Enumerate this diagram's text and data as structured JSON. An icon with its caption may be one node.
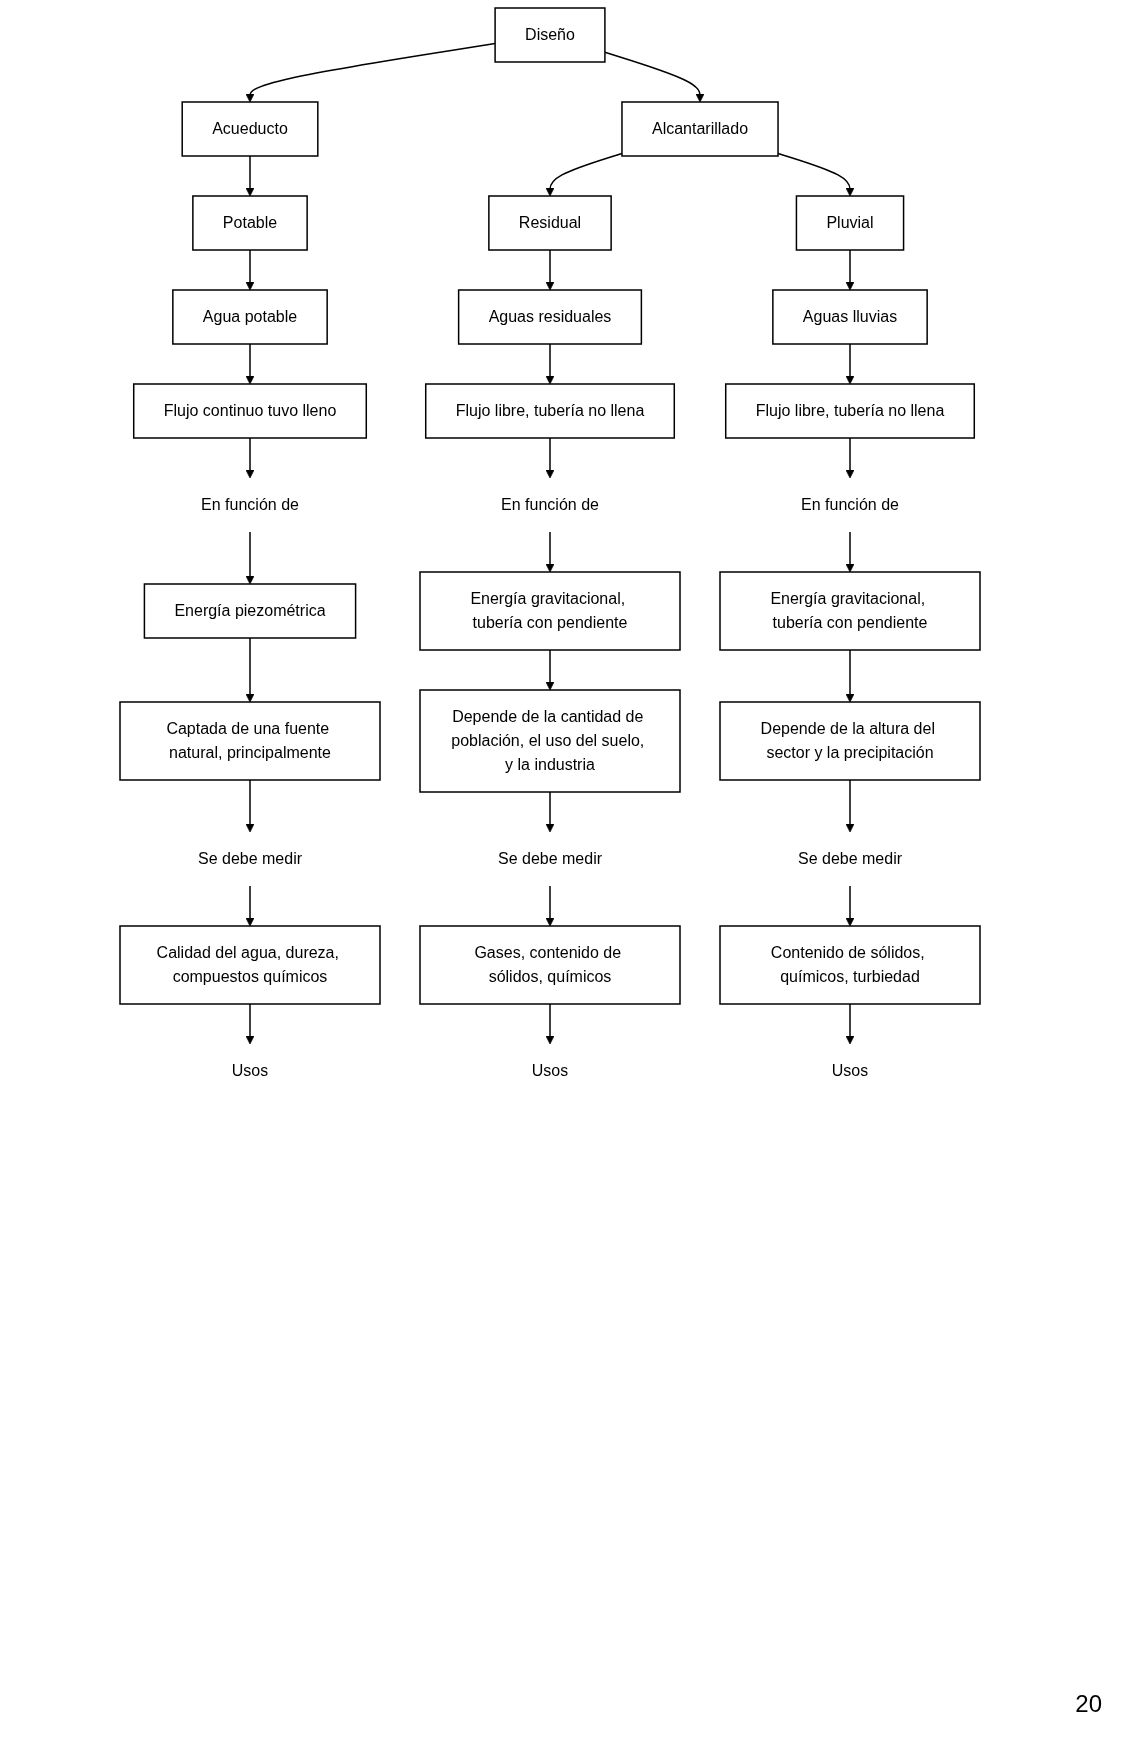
{
  "diagram": {
    "nodes": [
      {
        "text": [
          "Diseño"
        ]
      },
      {
        "text": [
          "Acueducto"
        ]
      },
      {
        "text": [
          "Alcantarillado"
        ]
      },
      {
        "text": [
          "Potable"
        ]
      },
      {
        "text": [
          "Residual"
        ]
      },
      {
        "text": [
          "Pluvial"
        ]
      },
      {
        "text": [
          "Agua potable"
        ]
      },
      {
        "text": [
          "Aguas residuales"
        ]
      },
      {
        "text": [
          "Aguas lluvias"
        ]
      },
      {
        "text": [
          "Flujo continuo tuvo lleno"
        ]
      },
      {
        "text": [
          "Flujo libre, tubería no llena"
        ]
      },
      {
        "text": [
          "Flujo libre, tubería no llena"
        ]
      },
      {
        "text": [
          "En función de"
        ]
      },
      {
        "text": [
          "En función de"
        ]
      },
      {
        "text": [
          "En función de"
        ]
      },
      {
        "text": [
          "Energía piezométrica"
        ]
      },
      {
        "text": [
          "Energía gravitacional, tubería con pendiente"
        ]
      },
      {
        "text": [
          "Energía gravitacional, tubería con pendiente"
        ]
      },
      {
        "text": [
          "Captada de una fuente natural, principalmente"
        ]
      },
      {
        "text": [
          "Depende de la cantidad de población, el uso del suelo, y la industria"
        ]
      },
      {
        "text": [
          "Depende de la altura del sector y la precipitación"
        ]
      },
      {
        "text": [
          "Se debe medir"
        ]
      },
      {
        "text": [
          "Se debe medir"
        ]
      },
      {
        "text": [
          "Se debe medir"
        ]
      },
      {
        "text": [
          "Calidad del agua, dureza, compuestos químicos"
        ]
      },
      {
        "text": [
          "Gases, contenido de sólidos, químicos"
        ]
      },
      {
        "text": [
          "Contenido de sólidos, químicos, turbiedad"
        ]
      },
      {
        "text": [
          "Usos"
        ]
      },
      {
        "text": [
          "Usos"
        ]
      },
      {
        "text": [
          "Usos"
        ]
      }
    ],
    "edges": [
      {
        "from": 0,
        "to": 1,
        "arrow": "to"
      },
      {
        "from": 0,
        "to": 2,
        "arrow": "to"
      },
      {
        "from": 1,
        "to": 3,
        "arrow": "to"
      },
      {
        "from": 2,
        "to": 4,
        "arrow": "to"
      },
      {
        "from": 2,
        "to": 5,
        "arrow": "to"
      },
      {
        "from": 3,
        "to": 6,
        "arrow": "to"
      },
      {
        "from": 4,
        "to": 7,
        "arrow": "to"
      },
      {
        "from": 5,
        "to": 8,
        "arrow": "to"
      },
      {
        "from": 6,
        "to": 9,
        "arrow": "to"
      },
      {
        "from": 7,
        "to": 10,
        "arrow": "to"
      },
      {
        "from": 8,
        "to": 11,
        "arrow": "to"
      },
      {
        "from": 9,
        "to": 12,
        "arrow": "to"
      },
      {
        "from": 10,
        "to": 13,
        "arrow": "to"
      },
      {
        "from": 11,
        "to": 14,
        "arrow": "to"
      },
      {
        "from": 12,
        "to": 15,
        "arrow": "to"
      },
      {
        "from": 13,
        "to": 16,
        "arrow": "to"
      },
      {
        "from": 14,
        "to": 17,
        "arrow": "to"
      },
      {
        "from": 15,
        "to": 18,
        "arrow": "to"
      },
      {
        "from": 16,
        "to": 19,
        "arrow": "to"
      },
      {
        "from": 17,
        "to": 20,
        "arrow": "to"
      },
      {
        "from": 18,
        "to": 21,
        "arrow": "to"
      },
      {
        "from": 19,
        "to": 22,
        "arrow": "to"
      },
      {
        "from": 20,
        "to": 23,
        "arrow": "to"
      },
      {
        "from": 21,
        "to": 24,
        "arrow": "to"
      },
      {
        "from": 22,
        "to": 25,
        "arrow": "to"
      },
      {
        "from": 23,
        "to": 26,
        "arrow": "to"
      },
      {
        "from": 24,
        "to": 27,
        "arrow": "to"
      },
      {
        "from": 25,
        "to": 28,
        "arrow": "to"
      },
      {
        "from": 26,
        "to": 29,
        "arrow": "to"
      }
    ],
    "labels": [
      "20"
    ]
  }
}
